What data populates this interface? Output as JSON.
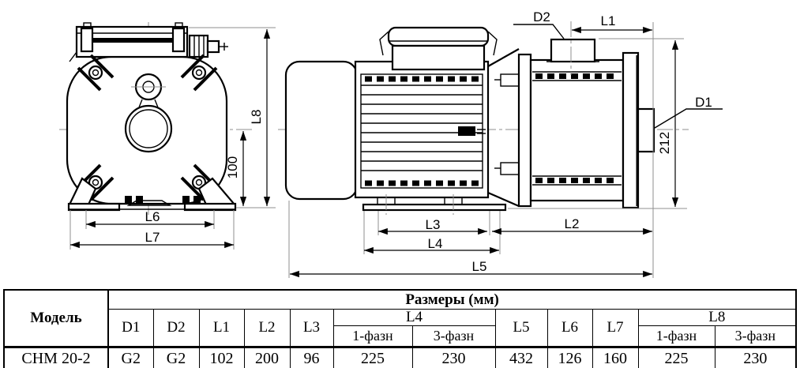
{
  "drawing": {
    "labels": {
      "l8": "L8",
      "h100": "100",
      "l6": "L6",
      "l7": "L7",
      "d2": "D2",
      "l1": "L1",
      "d1": "D1",
      "h212": "212",
      "l3": "L3",
      "l4": "L4",
      "l2": "L2",
      "l5": "L5"
    }
  },
  "table": {
    "header_model": "Модель",
    "header_sizes": "Размеры (мм)",
    "cols": {
      "d1": "D1",
      "d2": "D2",
      "l1": "L1",
      "l2": "L2",
      "l3": "L3",
      "l4": "L4",
      "l5": "L5",
      "l6": "L6",
      "l7": "L7",
      "l8": "L8"
    },
    "phase1": "1-фазн",
    "phase3": "3-фазн",
    "row": {
      "model": "СНМ 20-2",
      "d1": "G2",
      "d2": "G2",
      "l1": "102",
      "l2": "200",
      "l3": "96",
      "l4_1ph": "225",
      "l4_3ph": "230",
      "l5": "432",
      "l6": "126",
      "l7": "160",
      "l8_1ph": "225",
      "l8_3ph": "230"
    }
  },
  "colors": {
    "line": "#000000",
    "extension": "#8f8f8f",
    "background": "#ffffff"
  }
}
